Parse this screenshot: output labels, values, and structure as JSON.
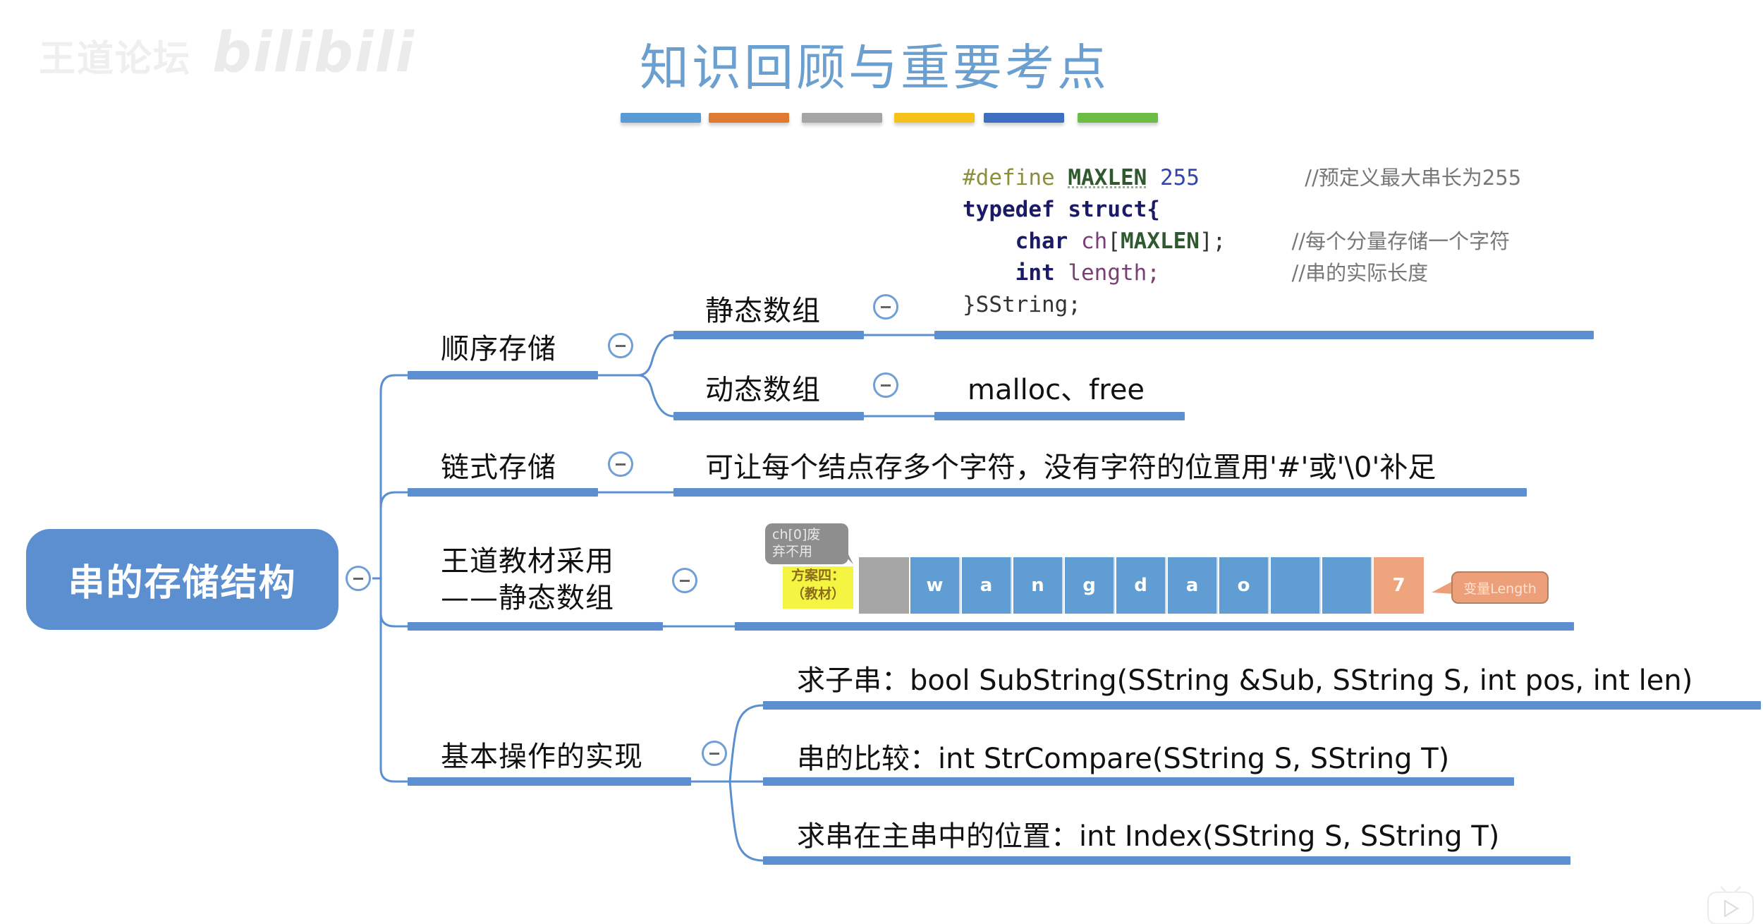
{
  "watermark": {
    "text": "王道论坛",
    "brand": "bilibili"
  },
  "title": "知识回顾与重要考点",
  "title_bar_colors": [
    "#5b9bd5",
    "#e07a30",
    "#a5a5a5",
    "#f5c21c",
    "#3f6fc0",
    "#6cbd45"
  ],
  "mindmap": {
    "root": "串的存储结构",
    "branches": [
      {
        "label": "顺序存储",
        "children": [
          {
            "label": "静态数组",
            "code": {
              "lines": [
                {
                  "tokens": [
                    "#define",
                    "MAXLEN",
                    "255"
                  ],
                  "comment": "//预定义最大串长为255"
                },
                {
                  "tokens": [
                    "typedef",
                    "struct{"
                  ],
                  "comment": ""
                },
                {
                  "tokens": [
                    "char",
                    "ch",
                    "[",
                    "MAXLEN",
                    "];"
                  ],
                  "comment": "//每个分量存储一个字符"
                },
                {
                  "tokens": [
                    "int",
                    "length;"
                  ],
                  "comment": "//串的实际长度"
                },
                {
                  "tokens": [
                    "}SString;"
                  ],
                  "comment": ""
                }
              ]
            }
          },
          {
            "label": "动态数组",
            "detail": "malloc、free"
          }
        ]
      },
      {
        "label": "链式存储",
        "detail": "可让每个结点存多个字符，没有字符的位置用'#'或'\\0'补足"
      },
      {
        "label_line1": "王道教材采用",
        "label_line2": "——静态数组",
        "array": {
          "callout_top": "ch[0]废弃不用",
          "callout_top_lines": [
            "ch[0]废",
            "弃不用"
          ],
          "plan_label_lines": [
            "方案四：",
            "（教材）"
          ],
          "cells": [
            "",
            "w",
            "a",
            "n",
            "g",
            "d",
            "a",
            "o",
            "",
            "",
            "7"
          ],
          "length_callout": "变量Length"
        }
      },
      {
        "label": "基本操作的实现",
        "children": [
          {
            "label": "求子串：bool SubString(SString &Sub, SString S, int pos, int len)"
          },
          {
            "label": "串的比较：int StrCompare(SString S, SString T)"
          },
          {
            "label": "求串在主串中的位置：int Index(SString S, SString T)"
          }
        ]
      }
    ]
  },
  "colors": {
    "accent": "#5b8fd0",
    "title": "#6b9fcf",
    "array_cell": "#5f9dd2",
    "length_cell": "#eea57e",
    "unused_cell": "#a6a6a6"
  }
}
